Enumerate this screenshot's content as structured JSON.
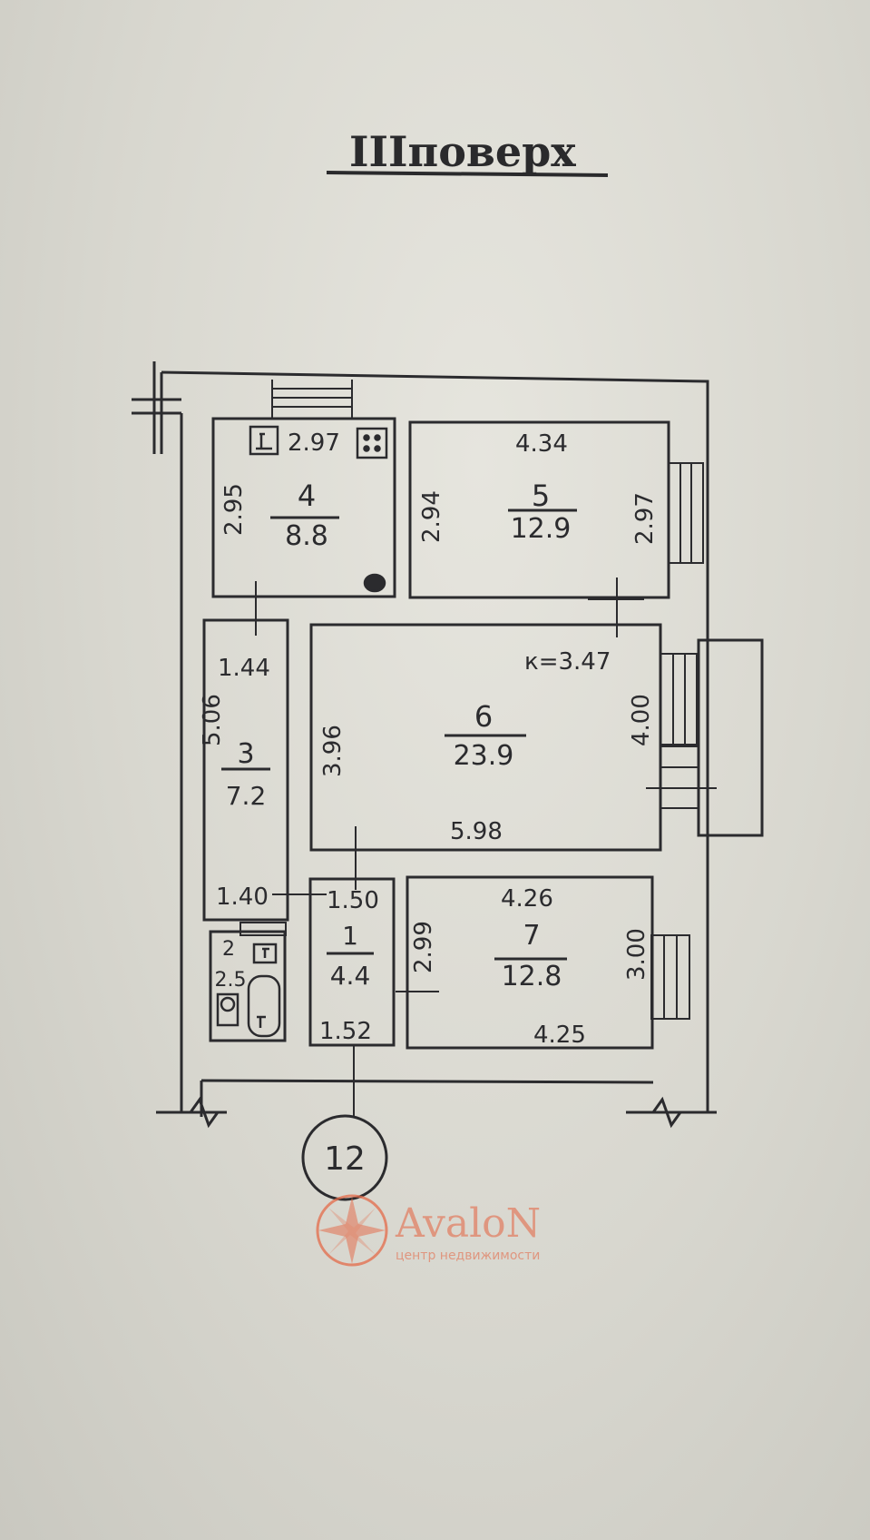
{
  "title": "IIIповерх",
  "rooms": [
    {
      "number": "4",
      "area": "8.8",
      "dims": {
        "top": "2.97",
        "left": "2.95"
      }
    },
    {
      "number": "5",
      "area": "12.9",
      "dims": {
        "top": "4.34",
        "left": "2.94",
        "right": "2.97"
      }
    },
    {
      "number": "3",
      "area": "7.2",
      "dims": {
        "top": "1.44",
        "left": "5.06",
        "bottom": "1.40"
      }
    },
    {
      "number": "6",
      "area": "23.9",
      "dims": {
        "height": "к=3.47",
        "left": "3.96",
        "right": "4.00",
        "bottom": "5.98"
      }
    },
    {
      "number": "1",
      "area": "4.4",
      "dims": {
        "top": "1.50",
        "bottom": "1.52"
      }
    },
    {
      "number": "7",
      "area": "12.8",
      "dims": {
        "top": "4.26",
        "left": "2.99",
        "right": "3.00",
        "bottom": "4.25"
      }
    },
    {
      "number": "2",
      "area": "2.5"
    }
  ],
  "apartment_number": "12",
  "logo": {
    "name": "AvaloN",
    "subtitle": "центр недвижимости"
  },
  "colors": {
    "ink": "#2b2b2e",
    "paper": "#dcdbd4",
    "logo": "#e46b4a"
  }
}
